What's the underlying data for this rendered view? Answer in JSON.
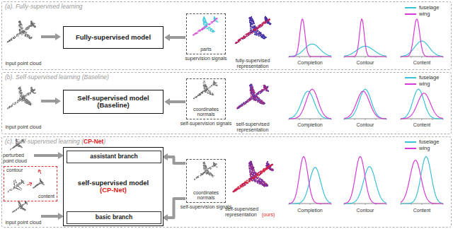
{
  "diagram": {
    "nodes": [
      {
        "text": [
          "(a). Fully-supervised learning"
        ]
      },
      {
        "text": [
          "Fully-supervised model"
        ],
        "in": 0
      },
      {
        "text": [
          "parts",
          "supervision signals"
        ],
        "in": 0
      },
      {
        "text": [
          "(b). Self-supervised learning (Baseline)"
        ]
      },
      {
        "text": [
          "Self-supervised model (Baseline)"
        ],
        "in": 3
      },
      {
        "text": [
          "coordinates normals",
          "self-supervision signals"
        ],
        "in": 3
      },
      {
        "text": [
          "(c). Self-supervised learning (",
          "CP-Net",
          ")"
        ]
      },
      {
        "text": [
          "contour",
          "content"
        ],
        "in": 6
      },
      {
        "text": [
          "self-supervised model",
          "(CP-Net)"
        ],
        "in": 6
      },
      {
        "text": [
          "assistant branch"
        ],
        "in": 8
      },
      {
        "text": [
          "basic branch"
        ],
        "in": 8
      },
      {
        "text": [
          "coordinates normals",
          "self-supervision signals"
        ],
        "in": 6
      }
    ],
    "edges": [
      {
        "from": 2,
        "to": 1,
        "arrow": "to"
      },
      {
        "from": 5,
        "to": 4,
        "arrow": "to"
      },
      {
        "from": 11,
        "to": 9,
        "arrow": "to"
      },
      {
        "from": 11,
        "to": 10,
        "arrow": "to"
      }
    ],
    "labels": [
      "input point cloud",
      "fully-supervised representation",
      "Completion",
      "Contour",
      "Content",
      "input point cloud",
      "self-supervised representation",
      "Completion",
      "Contour",
      "Content",
      "perturbed point cloud",
      "input point cloud",
      "self-supervised representation",
      "(ours)",
      "Completion",
      "Contour",
      "Content"
    ],
    "legend": [
      {
        "text": "fuselage",
        "color": "#3cc0d8"
      },
      {
        "text": "wing",
        "color": "#d63bd6"
      },
      {
        "text": "fuselage",
        "color": "#3cc0d8"
      },
      {
        "text": "wing",
        "color": "#d63bd6"
      },
      {
        "text": "fuselage",
        "color": "#3cc0d8"
      },
      {
        "text": "wing",
        "color": "#d63bd6"
      }
    ]
  }
}
